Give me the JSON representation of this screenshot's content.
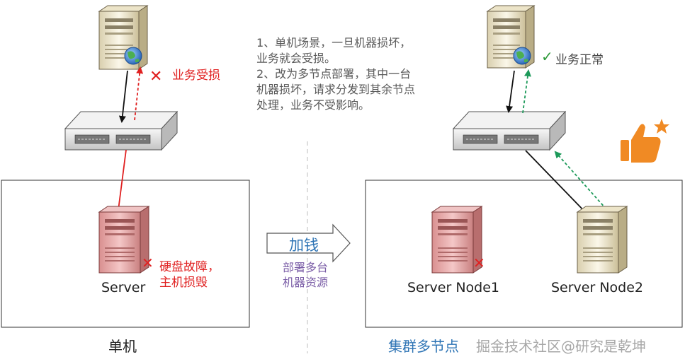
{
  "notes": {
    "line1": "1、单机场景，一旦机器损坏，",
    "line2": "业务就会受损。",
    "line3": "2、改为多节点部署，其中一台",
    "line4": "机器损坏，请求分发到其余节点",
    "line5": "处理，业务不受影响。"
  },
  "left": {
    "status_mark": "✕",
    "status_text": "业务受损",
    "fault_mark": "✕",
    "fault_line1": "硬盘故障，",
    "fault_line2": "主机损毁",
    "server_label": "Server",
    "caption": "单机"
  },
  "middle": {
    "arrow_label": "加钱",
    "sub_line1": "部署多台",
    "sub_line2": "机器资源"
  },
  "right": {
    "status_mark": "✓",
    "status_text": "业务正常",
    "node1_label": "Server Node1",
    "node1_fault_mark": "✕",
    "node2_label": "Server Node2",
    "caption": "集群多节点",
    "watermark": "掘金技术社区@研究是乾坤"
  },
  "colors": {
    "accent_red": "#e02020",
    "ok_green": "#548235",
    "caption_blue": "#2e74b5",
    "thumbs_orange": "#f08a24"
  }
}
